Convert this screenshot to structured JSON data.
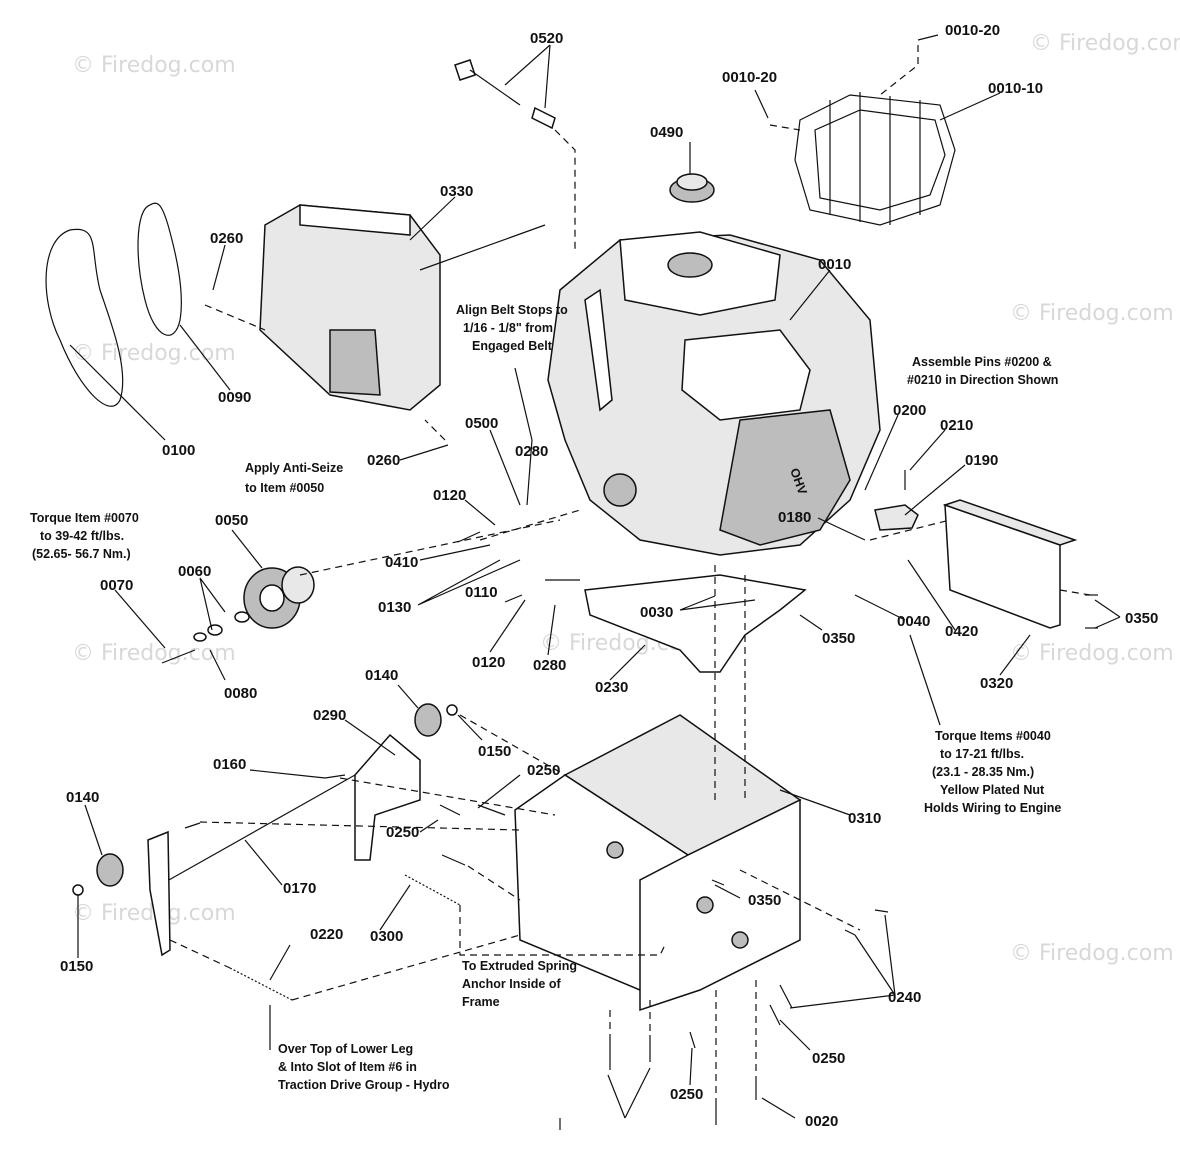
{
  "watermark": "© Firedog.com",
  "parts": {
    "p0520": "0520",
    "p0010_20a": "0010-20",
    "p0010_20b": "0010-20",
    "p0010_10": "0010-10",
    "p0490": "0490",
    "p0330": "0330",
    "p0260a": "0260",
    "p0010": "0010",
    "p0090": "0090",
    "p0100": "0100",
    "p0260b": "0260",
    "p0500": "0500",
    "p0280a": "0280",
    "p0200": "0200",
    "p0210": "0210",
    "p0190": "0190",
    "p0120a": "0120",
    "p0180": "0180",
    "p0050": "0050",
    "p0410": "0410",
    "p0060": "0060",
    "p0070": "0070",
    "p0130": "0130",
    "p0110": "0110",
    "p0030": "0030",
    "p0350a": "0350",
    "p0040": "0040",
    "p0420": "0420",
    "p0350b": "0350",
    "p0120b": "0120",
    "p0280b": "0280",
    "p0080": "0080",
    "p0230": "0230",
    "p0320": "0320",
    "p0140a": "0140",
    "p0290": "0290",
    "p0150a": "0150",
    "p0160": "0160",
    "p0250a": "0250",
    "p0140b": "0140",
    "p0310": "0310",
    "p0250b": "0250",
    "p0170": "0170",
    "p0350c": "0350",
    "p0220": "0220",
    "p0300": "0300",
    "p0150b": "0150",
    "p0240": "0240",
    "p0250c": "0250",
    "p0250d": "0250",
    "p0020": "0020"
  },
  "notes": {
    "align_belt": [
      "Align Belt Stops to",
      "1/16 - 1/8\" from",
      "Engaged Belt"
    ],
    "assemble_pins": [
      "Assemble Pins #0200 &",
      "#0210 in Direction Shown"
    ],
    "anti_seize": [
      "Apply Anti-Seize",
      "to Item #0050"
    ],
    "torque_0070": [
      "Torque Item #0070",
      "to 39-42 ft/lbs.",
      "(52.65- 56.7 Nm.)"
    ],
    "torque_0040": [
      "Torque Items #0040",
      "to 17-21 ft/lbs.",
      "(23.1 - 28.35 Nm.)",
      "Yellow Plated Nut",
      "Holds Wiring to Engine"
    ],
    "extruded_spring": [
      "To Extruded Spring",
      "Anchor Inside of",
      "Frame"
    ],
    "lower_leg": [
      "Over Top of Lower Leg",
      "& Into Slot of Item #6 in",
      "Traction Drive Group - Hydro"
    ]
  }
}
